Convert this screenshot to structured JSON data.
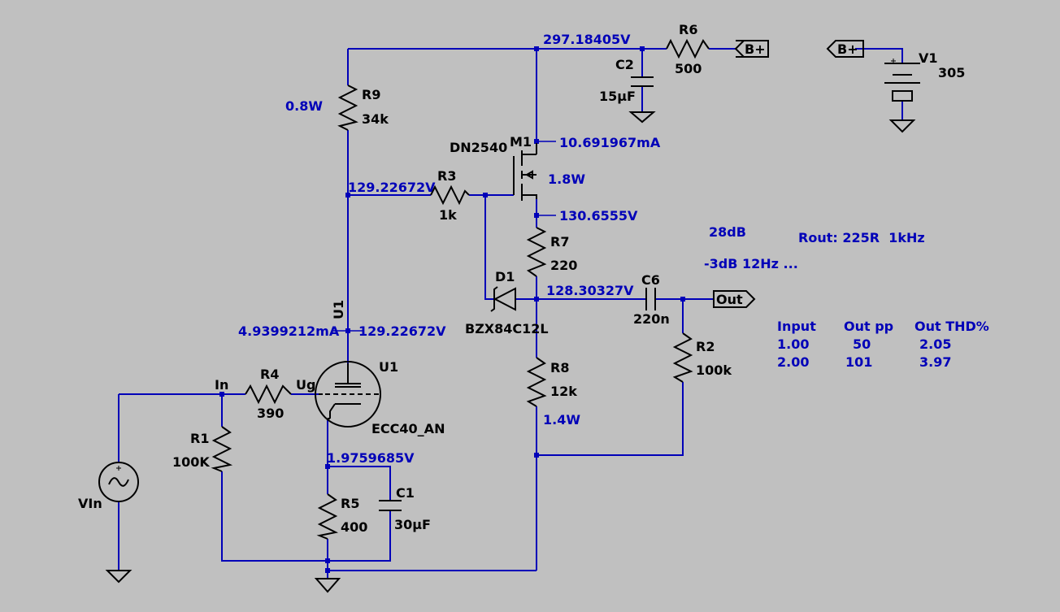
{
  "colors": {
    "background": "#c0c0c0",
    "wire": "#0000b8",
    "component": "#000000",
    "annotation": "#0000b8"
  },
  "components": {
    "r1": {
      "ref": "R1",
      "value": "100K"
    },
    "r2": {
      "ref": "R2",
      "value": "100k"
    },
    "r3": {
      "ref": "R3",
      "value": "1k"
    },
    "r4": {
      "ref": "R4",
      "value": "390"
    },
    "r5": {
      "ref": "R5",
      "value": "400"
    },
    "r6": {
      "ref": "R6",
      "value": "500"
    },
    "r7": {
      "ref": "R7",
      "value": "220"
    },
    "r8": {
      "ref": "R8",
      "value": "12k"
    },
    "r9": {
      "ref": "R9",
      "value": "34k"
    },
    "c1": {
      "ref": "C1",
      "value": "30µF"
    },
    "c2": {
      "ref": "C2",
      "value": "15µF"
    },
    "c6": {
      "ref": "C6",
      "value": "220n"
    },
    "d1": {
      "ref": "D1",
      "value": "BZX84C12L"
    },
    "m1": {
      "ref": "M1",
      "value": "DN2540"
    },
    "u1": {
      "ref": "U1",
      "value": "ECC40_AN",
      "rotated_label": "U1"
    },
    "v1": {
      "ref": "V1",
      "value": "305"
    },
    "vin": {
      "ref": "VIn"
    }
  },
  "nets": {
    "in": "In",
    "ug": "Ug",
    "bplus": "B+",
    "out": "Out"
  },
  "operating_point": {
    "v_top": "297.18405V",
    "p_r9": "0.8W",
    "i_m1": "10.691967mA",
    "p_m1": "1.8W",
    "v_r3": "129.22672V",
    "v_source": "130.6555V",
    "v_zener": "128.30327V",
    "i_u1": "4.9399212mA",
    "v_plate": "129.22672V",
    "v_cathode": "1.9759685V",
    "p_r8": "1.4W"
  },
  "notes": {
    "gain": "28dB",
    "rout": "Rout: 225R  1kHz",
    "bandwidth": "-3dB 12Hz ..."
  },
  "table": {
    "headers": [
      "Input",
      "Out pp",
      "Out THD%"
    ],
    "rows": [
      [
        "1.00",
        "50",
        "2.05"
      ],
      [
        "2.00",
        "101",
        "3.97"
      ]
    ]
  }
}
